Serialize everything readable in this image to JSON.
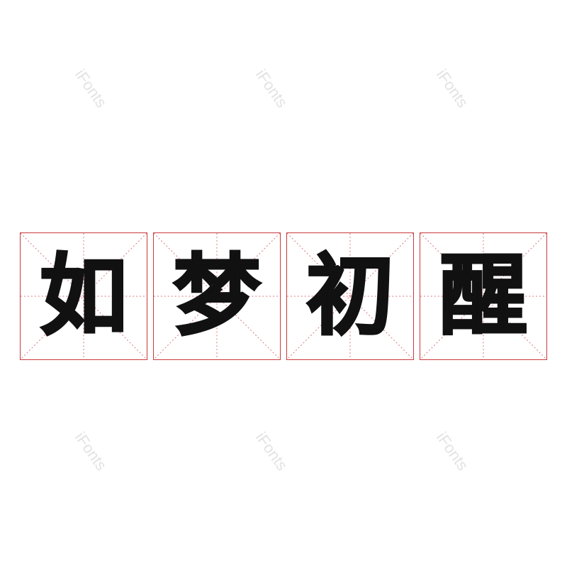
{
  "watermark": {
    "text": "iFonts"
  },
  "title": {
    "characters": [
      "如",
      "梦",
      "初",
      "醒"
    ]
  },
  "colors": {
    "grid_border": "#c9393c",
    "grid_guides": "#d9777a",
    "glyph": "#111111",
    "watermark": "#e3e3e3"
  }
}
